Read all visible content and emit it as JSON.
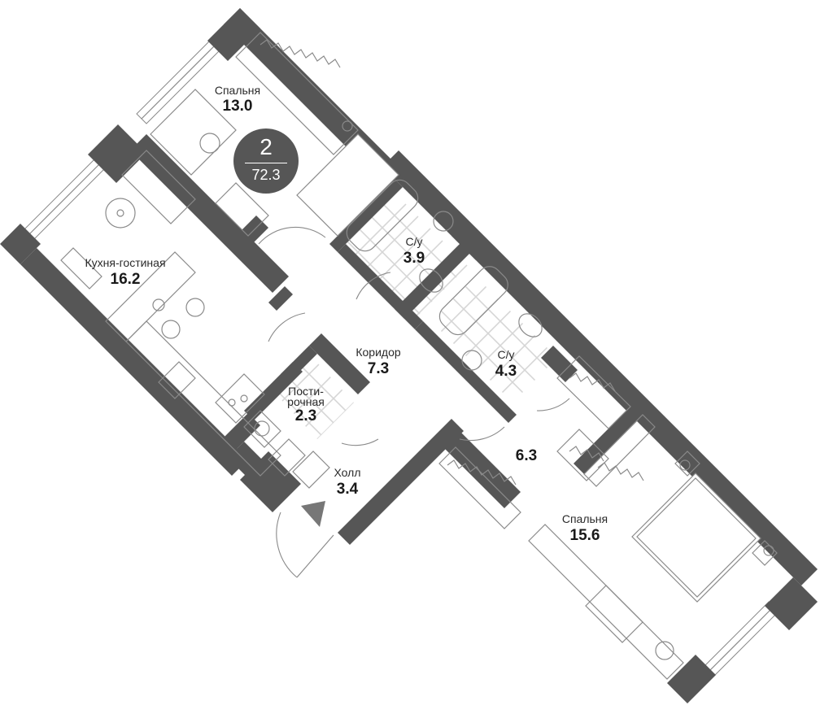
{
  "plan": {
    "rooms_count": "2",
    "total_area": "72.3",
    "colors": {
      "wall": "#565656",
      "furniture_line": "#8a8a8a",
      "tile": "#d6d6d6",
      "badge": "#565656",
      "text": "#1a1a1a"
    },
    "rooms": [
      {
        "id": "bedroom-1",
        "name": "Спальня",
        "area": "13.0"
      },
      {
        "id": "kitchen-living",
        "name": "Кухня-гостиная",
        "area": "16.2"
      },
      {
        "id": "bathroom-1",
        "name": "С/у",
        "area": "3.9"
      },
      {
        "id": "corridor",
        "name": "Коридор",
        "area": "7.3"
      },
      {
        "id": "bathroom-2",
        "name": "С/у",
        "area": "4.3"
      },
      {
        "id": "laundry",
        "name_line1": "Пости-",
        "name_line2": "рочная",
        "area": "2.3"
      },
      {
        "id": "hall",
        "name": "Холл",
        "area": "3.4"
      },
      {
        "id": "dressing",
        "name": "",
        "area": "6.3"
      },
      {
        "id": "bedroom-2",
        "name": "Спальня",
        "area": "15.6"
      }
    ],
    "entrance_icon": "entrance-arrow-icon"
  }
}
